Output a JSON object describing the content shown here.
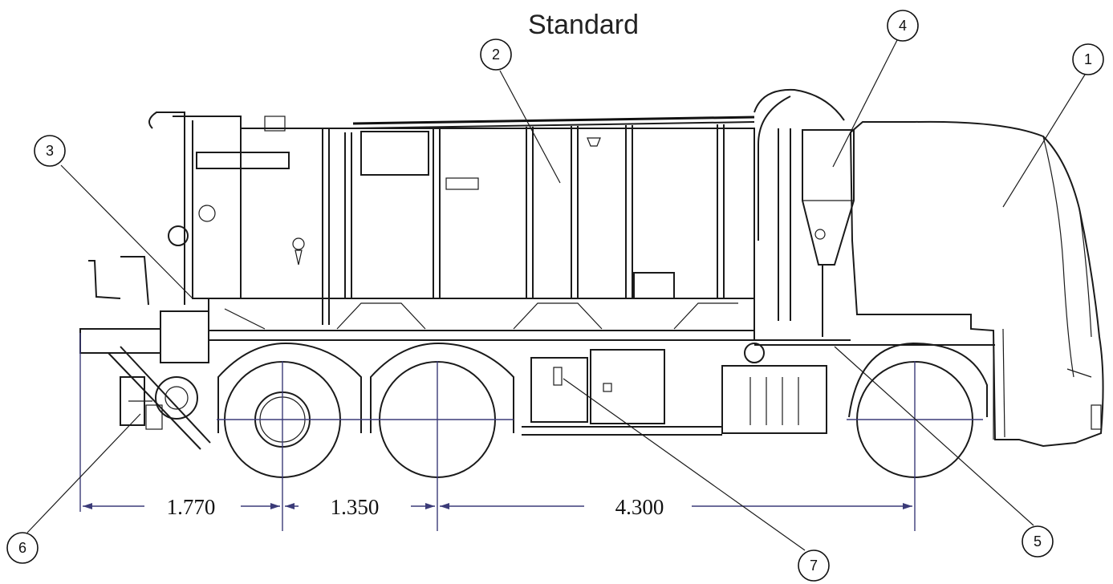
{
  "diagram": {
    "title": "Standard",
    "callouts": [
      {
        "id": "callout-1",
        "label": "1"
      },
      {
        "id": "callout-2",
        "label": "2"
      },
      {
        "id": "callout-3",
        "label": "3"
      },
      {
        "id": "callout-4",
        "label": "4"
      },
      {
        "id": "callout-5",
        "label": "5"
      },
      {
        "id": "callout-6",
        "label": "6"
      },
      {
        "id": "callout-7",
        "label": "7"
      }
    ],
    "dimensions": [
      {
        "id": "dim-rear-overhang",
        "label": "1.770"
      },
      {
        "id": "dim-axle-spacing",
        "label": "1.350"
      },
      {
        "id": "dim-wheelbase",
        "label": "4.300"
      }
    ],
    "colors": {
      "line": "#1a1a1a",
      "dimension": "#3b3b78",
      "background": "#ffffff"
    }
  }
}
